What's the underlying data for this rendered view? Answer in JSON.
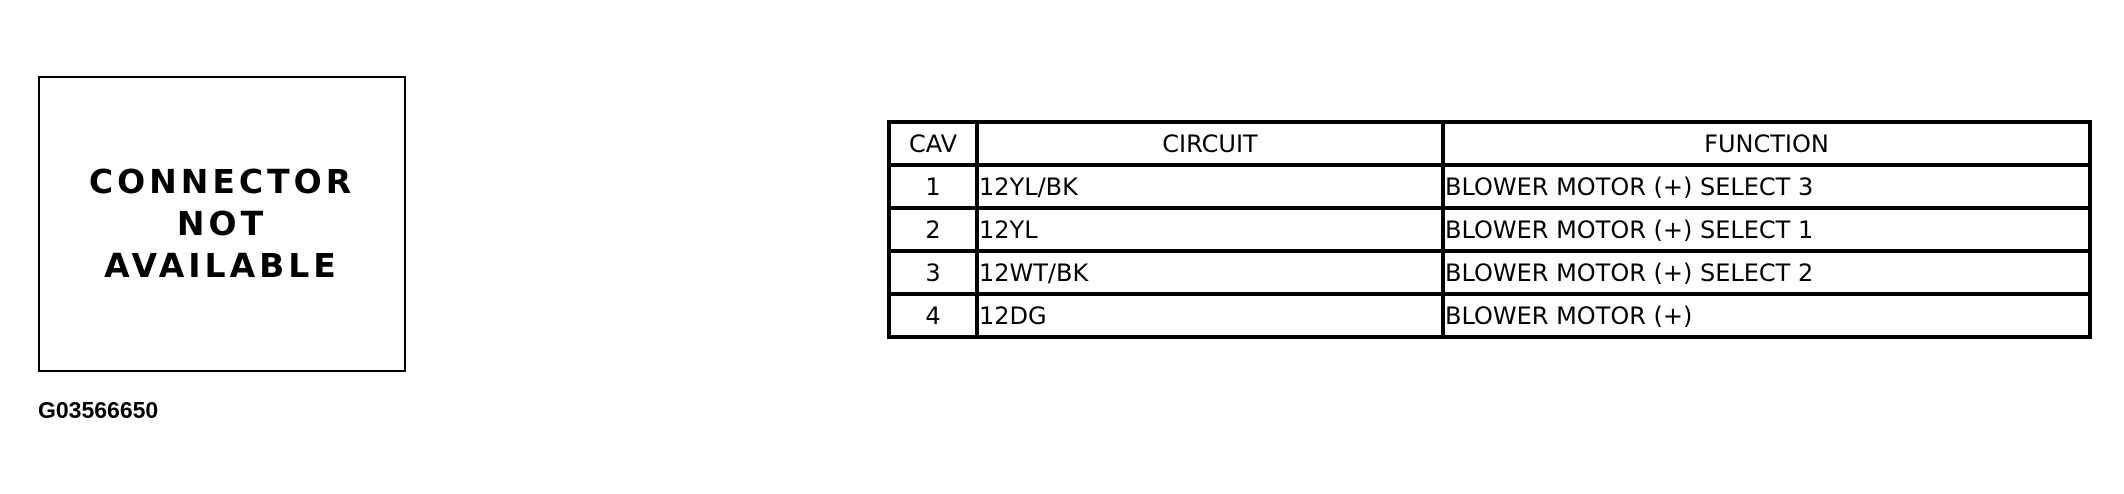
{
  "placeholder": {
    "lines": [
      "CONNECTOR",
      "NOT",
      "AVAILABLE"
    ]
  },
  "figure_id": "G03566650",
  "table": {
    "headers": {
      "cav": "CAV",
      "circuit": "CIRCUIT",
      "function": "FUNCTION"
    },
    "rows": [
      {
        "cav": "1",
        "circuit": "12YL/BK",
        "function": "BLOWER MOTOR (+) SELECT 3"
      },
      {
        "cav": "2",
        "circuit": "12YL",
        "function": "BLOWER MOTOR (+) SELECT 1"
      },
      {
        "cav": "3",
        "circuit": "12WT/BK",
        "function": "BLOWER MOTOR (+) SELECT 2"
      },
      {
        "cav": "4",
        "circuit": "12DG",
        "function": "BLOWER MOTOR (+)"
      }
    ]
  }
}
